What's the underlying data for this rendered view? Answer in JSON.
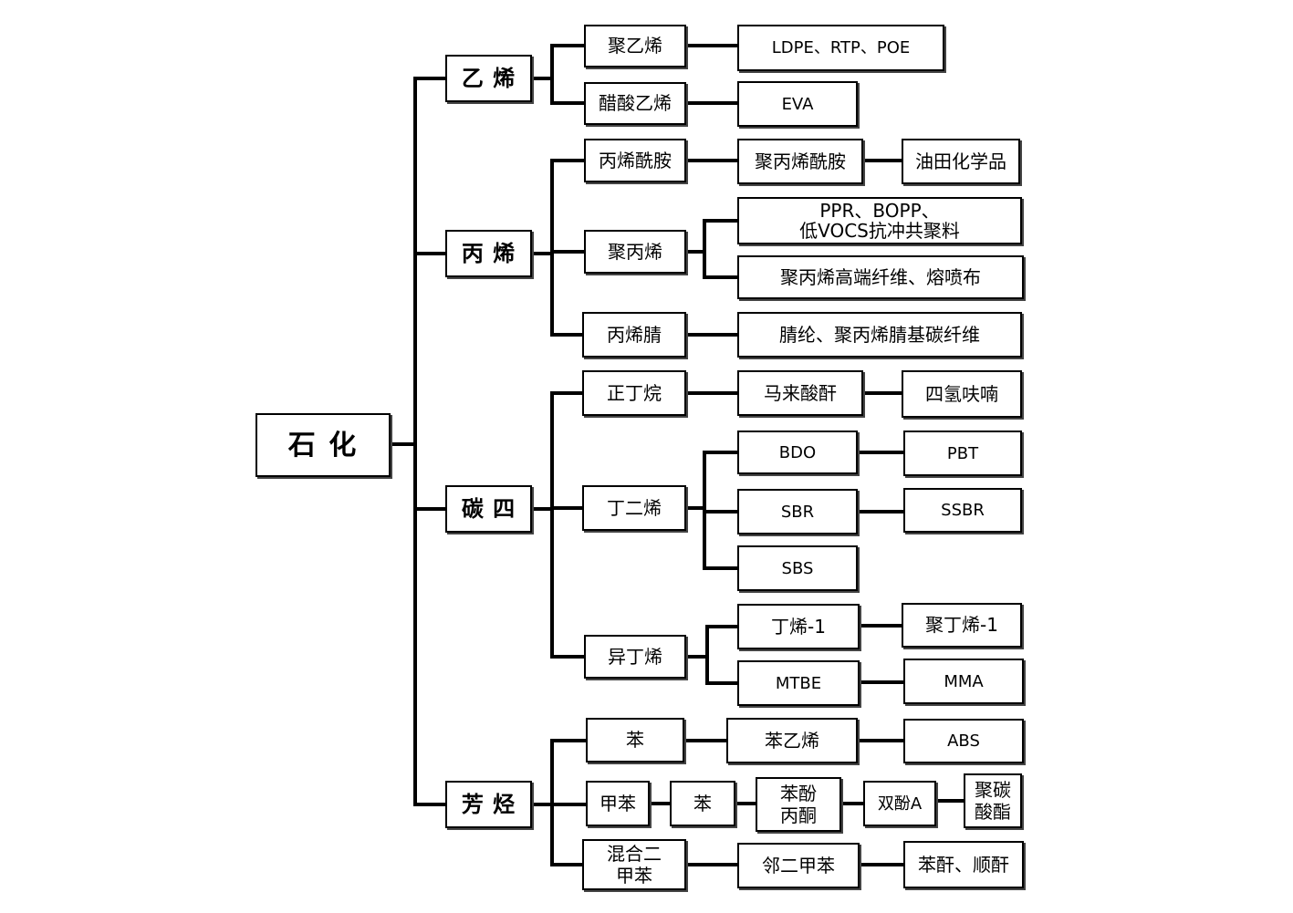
{
  "root": {
    "label": "石 化"
  },
  "ethylene": {
    "label": "乙 烯",
    "polyethylene": {
      "label": "聚乙烯",
      "derivative": "LDPE、RTP、POE"
    },
    "vinyl_acetate": {
      "label": "醋酸乙烯",
      "derivative": "EVA"
    }
  },
  "propylene": {
    "label": "丙 烯",
    "acrylamide": {
      "label": "丙烯酰胺",
      "derivative": "聚丙烯酰胺",
      "application": "油田化学品"
    },
    "polypropylene": {
      "label": "聚丙烯",
      "derivative_1_line1": "PPR、BOPP、",
      "derivative_1_line2": "低VOCS抗冲共聚料",
      "derivative_2": "聚丙烯高端纤维、熔喷布"
    },
    "acrylonitrile": {
      "label": "丙烯腈",
      "derivative": "腈纶、聚丙烯腈基碳纤维"
    }
  },
  "c4": {
    "label": "碳 四",
    "n_butane": {
      "label": "正丁烷",
      "derivative": "马来酸酐",
      "downstream": "四氢呋喃"
    },
    "butadiene": {
      "label": "丁二烯",
      "bdo": "BDO",
      "pbt": "PBT",
      "sbr": "SBR",
      "ssbr": "SSBR",
      "sbs": "SBS"
    },
    "isobutylene": {
      "label": "异丁烯",
      "butene1": "丁烯-1",
      "polybutene1": "聚丁烯-1",
      "mtbe": "MTBE",
      "mma": "MMA"
    }
  },
  "aromatics": {
    "label": "芳 烃",
    "benzene": {
      "label": "苯",
      "derivative": "苯乙烯",
      "downstream": "ABS"
    },
    "toluene": {
      "label": "甲苯",
      "benzene": "苯",
      "phenol_acetone_line1": "苯酚",
      "phenol_acetone_line2": "丙酮",
      "bisphenol_a": "双酚A",
      "polycarbonate_line1": "聚碳",
      "polycarbonate_line2": "酸酯"
    },
    "mixed_xylene": {
      "label_line1": "混合二",
      "label_line2": "甲苯",
      "derivative": "邻二甲苯",
      "downstream": "苯酐、顺酐"
    }
  }
}
